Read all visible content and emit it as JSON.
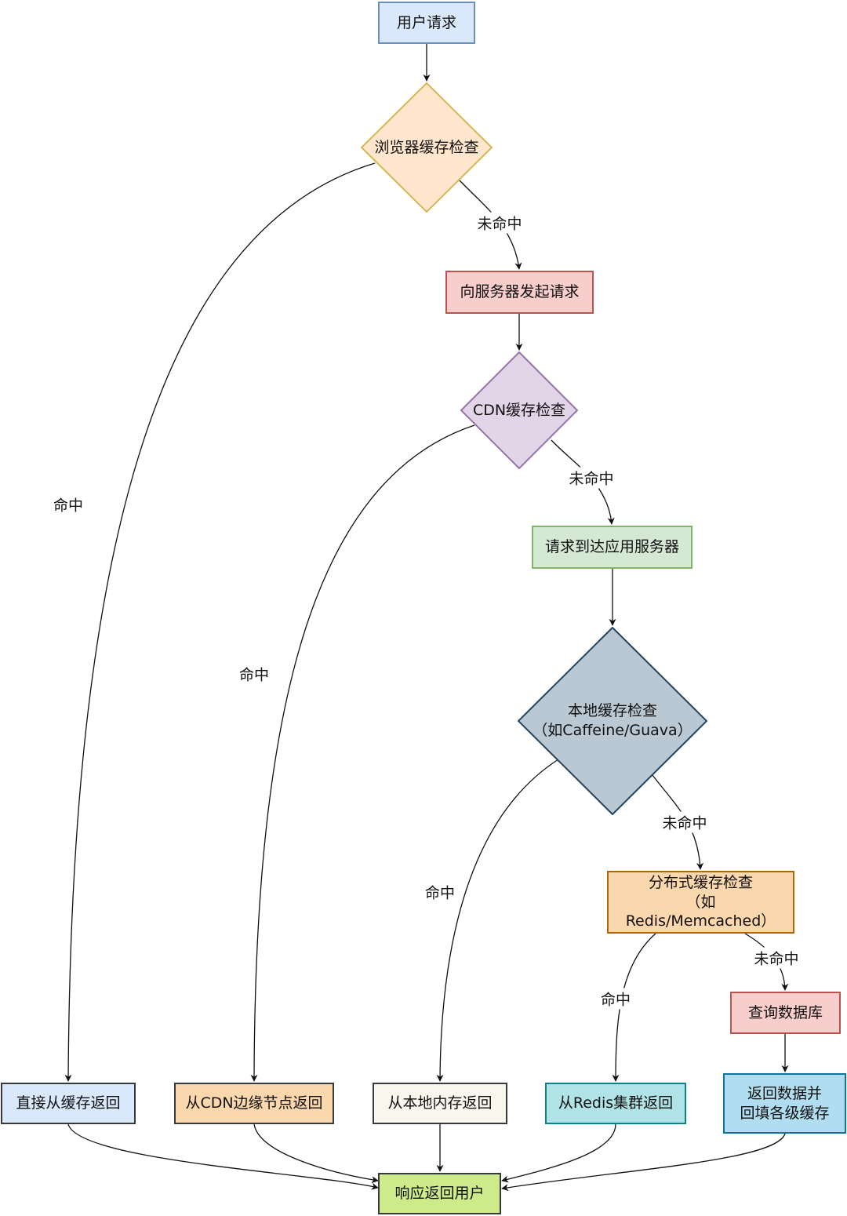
{
  "nodes": {
    "user_request": "用户请求",
    "browser_cache": "浏览器缓存检查",
    "server_request": "向服务器发起请求",
    "cdn_cache": "CDN缓存检查",
    "app_server": "请求到达应用服务器",
    "local_cache": "本地缓存检查\n（如Caffeine/Guava）",
    "dist_cache": "分布式缓存检查\n（如\nRedis/Memcached）",
    "query_db": "查询数据库",
    "from_browser": "直接从缓存返回",
    "from_cdn": "从CDN边缘节点返回",
    "from_local": "从本地内存返回",
    "from_redis": "从Redis集群返回",
    "backfill": "返回数据并\n回填各级缓存",
    "response": "响应返回用户"
  },
  "edge_labels": {
    "browser_miss": "未命中",
    "browser_hit": "命中",
    "cdn_miss": "未命中",
    "cdn_hit": "命中",
    "local_miss": "未命中",
    "local_hit": "命中",
    "dist_miss": "未命中",
    "dist_hit": "命中"
  },
  "colors": {
    "blue_fill": "#dae8fc",
    "blue_stroke": "#6c8ebf",
    "yellow_fill": "#ffe6cc",
    "yellow_stroke": "#d6b656",
    "red_fill": "#f8cecc",
    "red_stroke": "#b85450",
    "purple_fill": "#e1d5e7",
    "purple_stroke": "#9673a6",
    "green_fill": "#d5e8d4",
    "green_stroke": "#82b366",
    "slate_fill": "#bac8d3",
    "slate_stroke": "#23445d",
    "orange_fill": "#fad7ac",
    "orange_stroke": "#b46504",
    "cream_fill": "#f9f7ed",
    "cream_stroke": "#36393d",
    "teal_fill": "#b0e3e6",
    "teal_stroke": "#0e8088",
    "sky_fill": "#b1ddf0",
    "sky_stroke": "#10739e",
    "lime_fill": "#cdeb8b",
    "lime_stroke": "#36393d"
  }
}
